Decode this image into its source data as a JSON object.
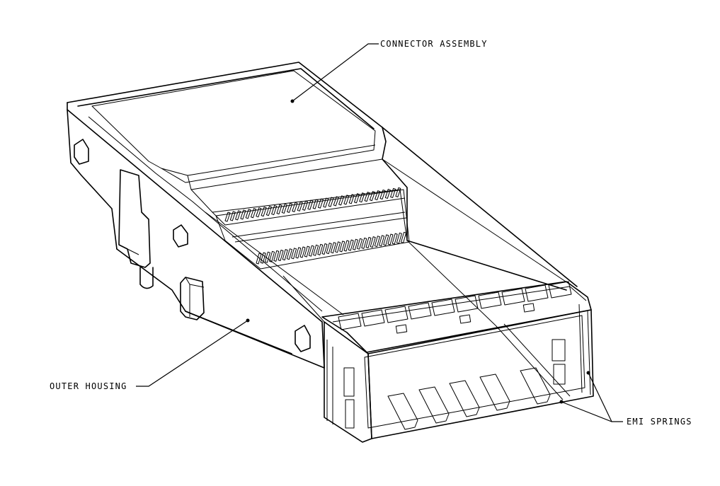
{
  "labels": {
    "connector_assembly": "CONNECTOR ASSEMBLY",
    "outer_housing": "OUTER HOUSING",
    "emi_springs": "EMI SPRINGS"
  },
  "colors": {
    "line": "#000000",
    "background": "#ffffff"
  }
}
